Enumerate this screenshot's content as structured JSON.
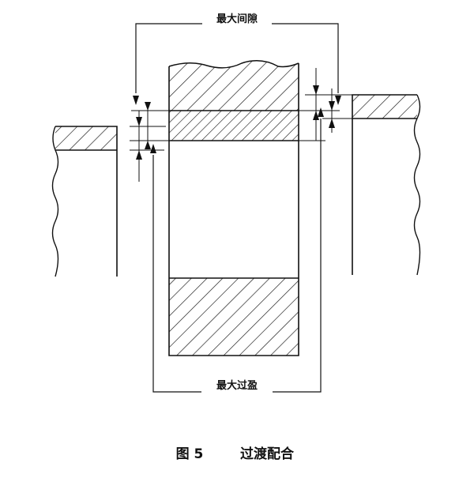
{
  "figure": {
    "top_label": "最大间隙",
    "bottom_label": "最大过盈",
    "caption_number": "图 5",
    "caption_title": "过渡配合"
  },
  "colors": {
    "ink": "#111111",
    "background": "#ffffff"
  }
}
